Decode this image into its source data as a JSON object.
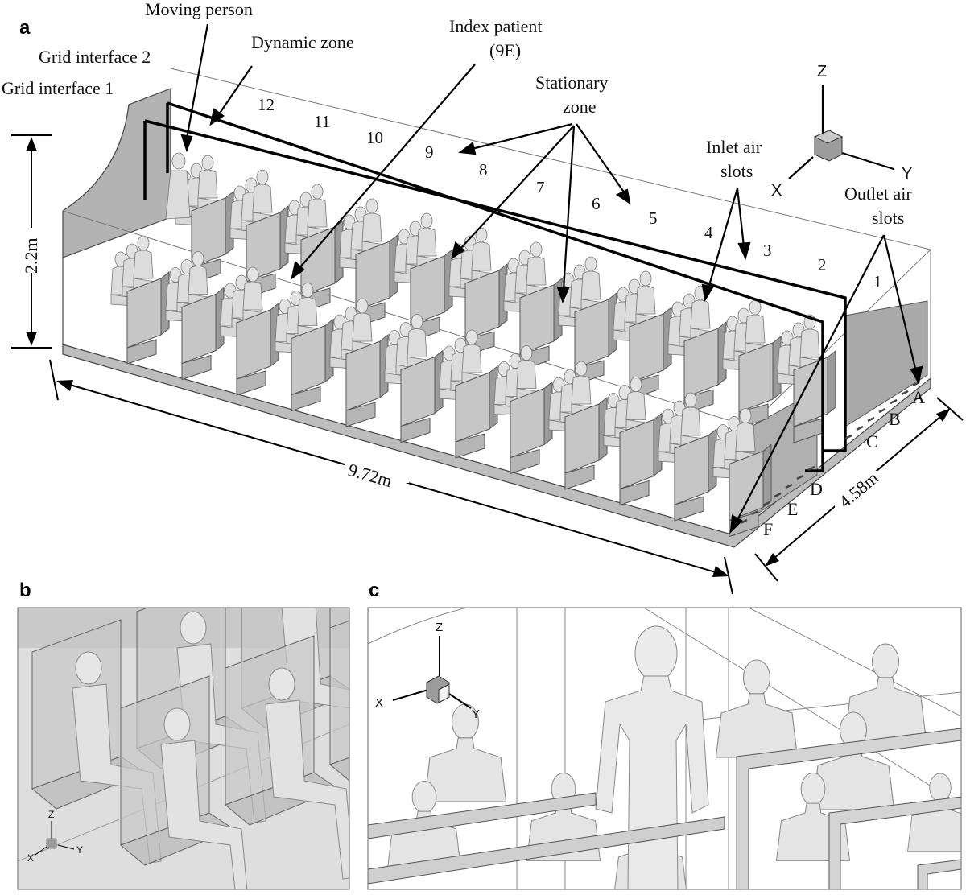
{
  "panels": {
    "a": "a",
    "b": "b",
    "c": "c"
  },
  "annotations": {
    "moving_person": "Moving person",
    "dynamic_zone": "Dynamic zone",
    "index_patient_line1": "Index patient",
    "index_patient_line2": "(9E)",
    "grid_interface_2": "Grid interface 2",
    "grid_interface_1": "Grid interface 1",
    "stationary_zone_line1": "Stationary",
    "stationary_zone_line2": "zone",
    "inlet_air_line1": "Inlet air",
    "inlet_air_line2": "slots",
    "outlet_air_line1": "Outlet air",
    "outlet_air_line2": "slots"
  },
  "dimensions": {
    "height": "2.2m",
    "length": "9.72m",
    "width": "4.58m"
  },
  "rows": [
    "1",
    "2",
    "3",
    "4",
    "5",
    "6",
    "7",
    "8",
    "9",
    "10",
    "11",
    "12"
  ],
  "seat_columns": [
    "A",
    "B",
    "C",
    "D",
    "E",
    "F"
  ],
  "axes": {
    "z": "Z",
    "x": "X",
    "y": "Y"
  },
  "colors": {
    "cabin_fill": "#b9b9b9",
    "seat_fill": "#c4c4c4",
    "figure_fill": "#dcdcdc",
    "line": "#111111"
  }
}
